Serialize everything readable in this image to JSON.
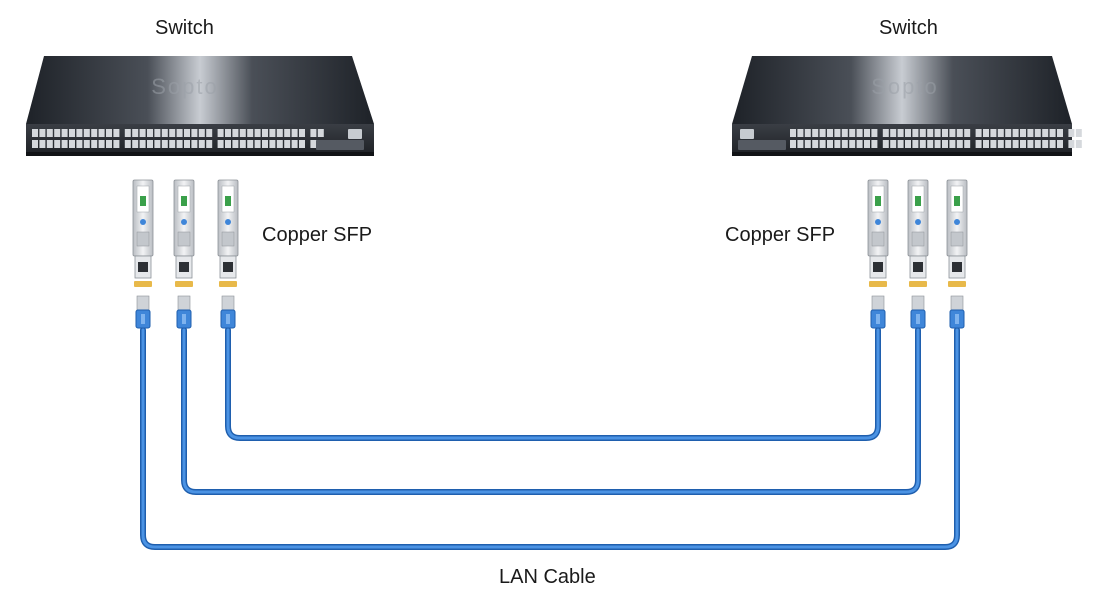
{
  "left_switch": {
    "label": "Switch",
    "logo": "Sopto"
  },
  "right_switch": {
    "label": "Switch",
    "logo": "Sopto"
  },
  "left_sfp": {
    "label": "Copper SFP",
    "count": 3
  },
  "right_sfp": {
    "label": "Copper SFP",
    "count": 3
  },
  "cable": {
    "label": "LAN Cable",
    "count": 3
  },
  "colors": {
    "switch_body": "#2b2f36",
    "cable": "#3f86d9",
    "sfp_body": "#d9dce0",
    "rj45_contact": "#e8b94a",
    "text": "#1a1a1a"
  },
  "icons": [
    "network-switch-icon",
    "copper-sfp-module-icon",
    "rj45-connector-icon"
  ]
}
